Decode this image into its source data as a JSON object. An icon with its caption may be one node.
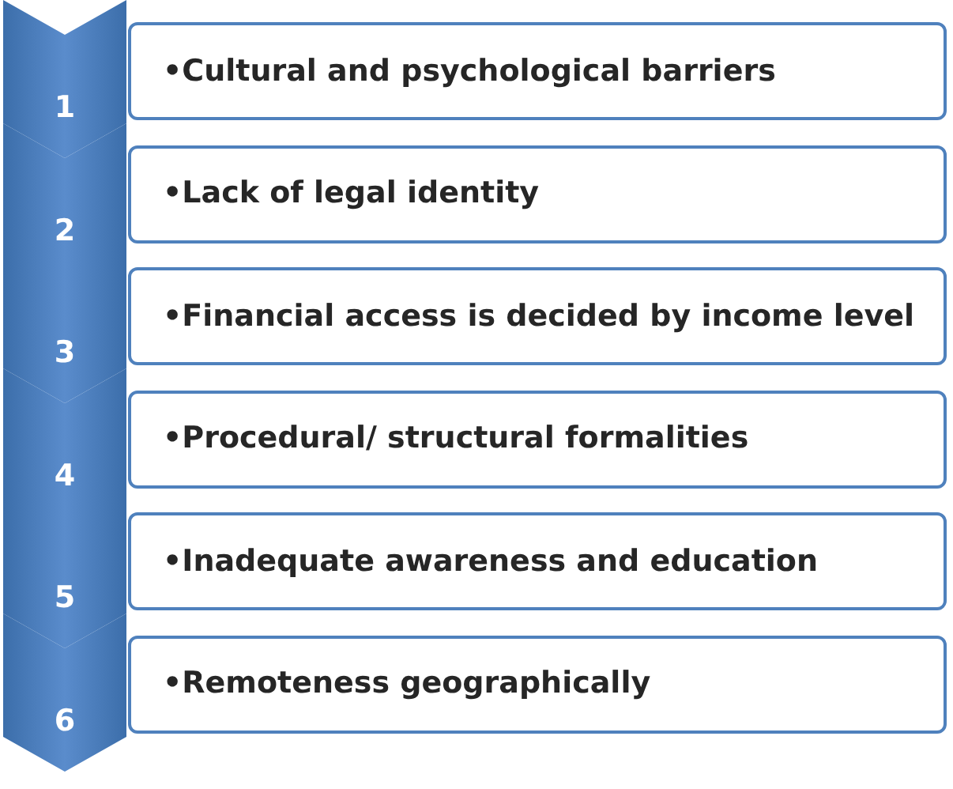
{
  "diagram": {
    "nodes": [
      {
        "text": [
          "1"
        ]
      },
      {
        "text": [
          "•Cultural and psychological barriers"
        ]
      },
      {
        "text": [
          "2"
        ]
      },
      {
        "text": [
          "•Lack of legal identity"
        ]
      },
      {
        "text": [
          "3"
        ]
      },
      {
        "text": [
          "•Financial access is decided by income level"
        ]
      },
      {
        "text": [
          "4"
        ]
      },
      {
        "text": [
          "•Procedural/ structural formalities"
        ]
      },
      {
        "text": [
          "5"
        ]
      },
      {
        "text": [
          "•Inadequate awareness and education"
        ]
      },
      {
        "text": [
          "6"
        ]
      },
      {
        "text": [
          "•Remoteness geographically"
        ]
      }
    ]
  }
}
